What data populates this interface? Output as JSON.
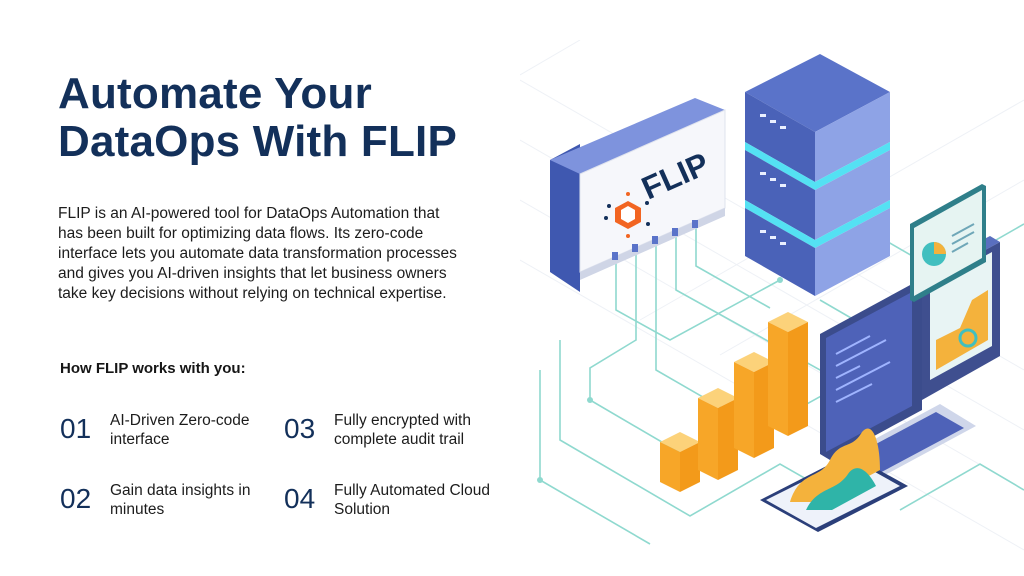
{
  "headline": {
    "line1": "Automate Your",
    "line2": "DataOps With FLIP"
  },
  "intro": "FLIP is an AI-powered tool for DataOps Automation that has been built for optimizing data flows. Its zero-code interface lets you automate data transformation processes and gives you AI-driven insights that let business owners take key decisions without relying on technical expertise.",
  "works_title": "How FLIP works with you:",
  "features": [
    {
      "num": "01",
      "text": "AI-Driven Zero-code interface"
    },
    {
      "num": "03",
      "text": "Fully encrypted with complete audit trail"
    },
    {
      "num": "02",
      "text": "Gain data insights in minutes"
    },
    {
      "num": "04",
      "text": "Fully Automated Cloud Solution"
    }
  ],
  "illustration": {
    "logo_text": "FLIP",
    "colors": {
      "navy": "#13305a",
      "brand_orange": "#f26522",
      "server_blue": "#5a73c9",
      "circuit": "#8fd9cf",
      "bar_orange": "#f7a628"
    }
  }
}
